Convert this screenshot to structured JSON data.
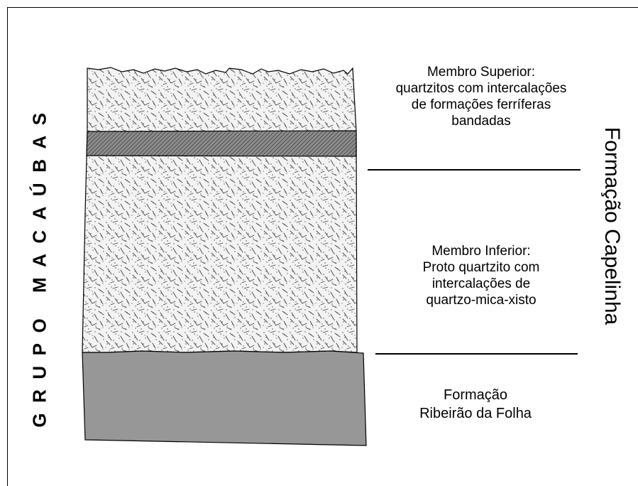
{
  "group_label": "GRUPO MACAÚBAS",
  "formation_label": "Formação Capelinha",
  "units": {
    "upper_member": {
      "lines": [
        "Membro Superior:",
        "quartzitos com intercalações",
        "de formações ferríferas",
        "bandadas"
      ]
    },
    "lower_member": {
      "lines": [
        "Membro Inferior:",
        "Proto quartzito com",
        "intercalações de",
        "quartzo-mica-xisto"
      ]
    },
    "base_formation": {
      "lines": [
        "Formação",
        "Ribeirão da Folha"
      ]
    }
  },
  "colors": {
    "quartzite_fill": "#f3f3f3",
    "quartzite_dots": "#555555",
    "bif_fill": "#8c8c8c",
    "base_fill": "#979797",
    "outline": "#000000"
  }
}
